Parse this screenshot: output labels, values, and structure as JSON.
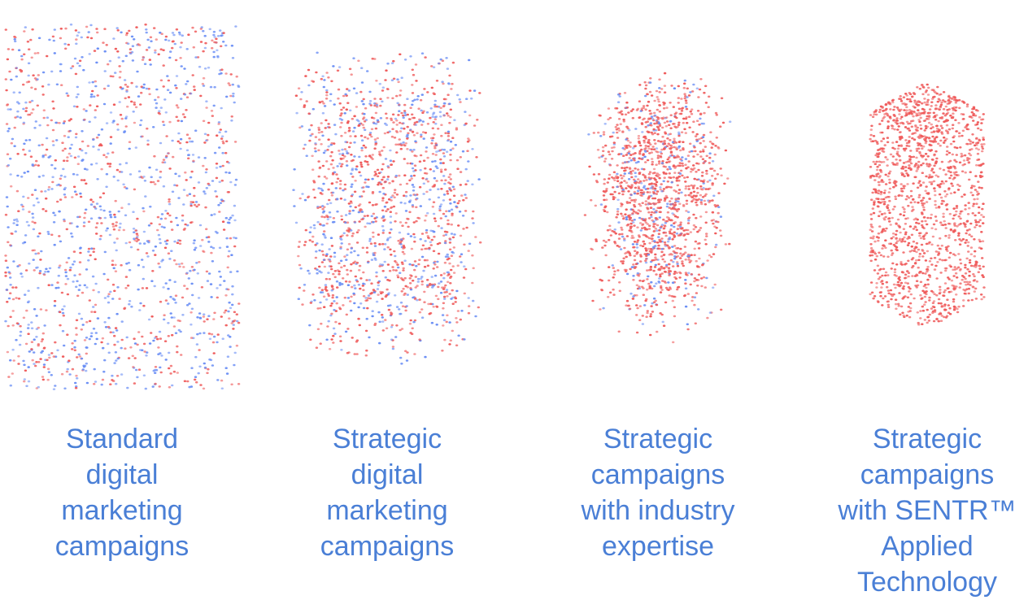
{
  "colors": {
    "caption": "#4a7fd6",
    "red_dot": "#ef5a5a",
    "blue_dot": "#6b8ff5"
  },
  "panels": [
    {
      "caption_lines": [
        "Standard",
        "digital",
        "marketing",
        "campaigns"
      ],
      "order_level": 0.0
    },
    {
      "caption_lines": [
        "Strategic",
        "digital",
        "marketing",
        "campaigns"
      ],
      "order_level": 0.33
    },
    {
      "caption_lines": [
        "Strategic",
        "campaigns",
        "with industry",
        "expertise"
      ],
      "order_level": 0.7
    },
    {
      "caption_lines": [
        "Strategic",
        "campaigns",
        "with SENTR™",
        "Applied",
        "Technology"
      ],
      "order_level": 1.0
    }
  ]
}
